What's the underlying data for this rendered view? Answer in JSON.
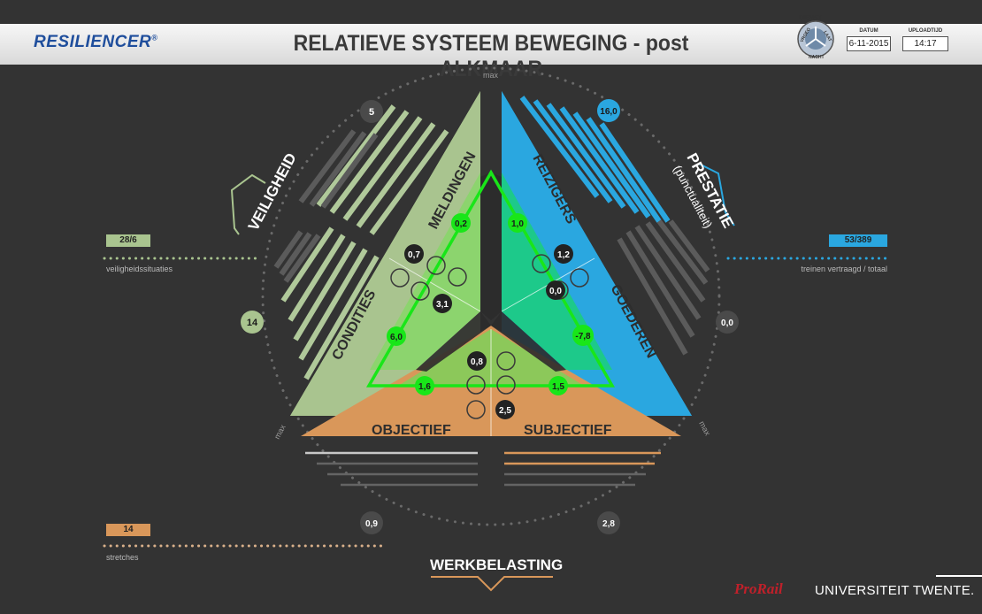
{
  "header": {
    "logo": "RESILIENCER",
    "logo_mark": "®",
    "title": "RELATIEVE SYSTEEM BEWEGING - post ALKMAAR",
    "dienst_label": "DIENST",
    "dienst_shifts": [
      "VROEG",
      "LAAT",
      "NACHT"
    ],
    "datum_label": "DATUM",
    "datum_value": "6-11-2015",
    "upload_label": "UPLOADTIJD",
    "upload_value": "14:17"
  },
  "axis": {
    "max_top": "max",
    "max_left": "max",
    "max_right": "max"
  },
  "domains": {
    "veiligheid": "VEILIGHEID",
    "prestatie": "PRESTATIE",
    "prestatie_sub": "(punctualiteit)",
    "werkbelasting": "WERKBELASTING"
  },
  "triangles": {
    "meldingen": "MELDINGEN",
    "condities": "CONDITIES",
    "reizigers": "REIZIGERS",
    "goederen": "GOEDEREN",
    "objectief": "OBJECTIEF",
    "subjectief": "SUBJECTIEF"
  },
  "green_values": {
    "meldingen": "0,2",
    "condities": "6,0",
    "reizigers": "1,0",
    "goederen": "-7,8",
    "objectief": "1,6",
    "subjectief": "1,5"
  },
  "dark_values": {
    "v_top": "0,7",
    "v_bottom": "3,1",
    "p_top": "1,2",
    "p_bottom": "0,0",
    "w_top": "0,8",
    "w_bottom": "2,5"
  },
  "ring_values": {
    "top_left": "5",
    "top_right": "16,0",
    "left": "14",
    "right": "0,0",
    "bottom_left": "0,9",
    "bottom_right": "2,8"
  },
  "side_panels": {
    "veiligheid_value": "28/6",
    "veiligheid_label": "veiligheidssituaties",
    "prestatie_value": "53/389",
    "prestatie_label": "treinen vertraagd / totaal",
    "werk_value": "14",
    "werk_label": "stretches"
  },
  "footer": {
    "prorail": "ProRail",
    "university": "UNIVERSITEIT TWENTE."
  },
  "colors": {
    "background": "#333333",
    "veiligheid": "#a9c48f",
    "prestatie": "#2aa7e0",
    "werkbelasting": "#d9975a",
    "green": "#19e619"
  }
}
